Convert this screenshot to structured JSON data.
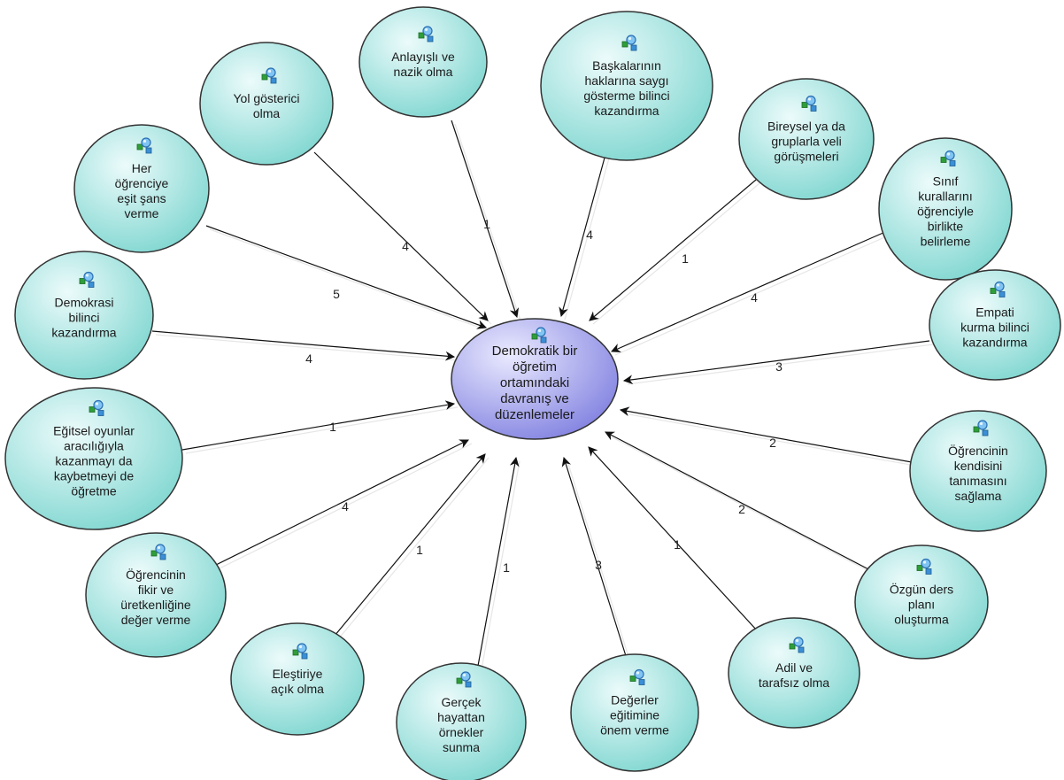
{
  "center": {
    "lines": [
      "Demokratik bir",
      "öğretim",
      "ortamındaki",
      "davranış ve",
      "düzenlemeler"
    ],
    "fill_start": "#eaeaff",
    "fill_end": "#7f7fe0"
  },
  "node_fill_start": "#ecfbfb",
  "node_fill_end": "#7fd6d0",
  "icon": "network-node-icon",
  "nodes": [
    {
      "id": "anlayisli",
      "lines": [
        "Anlayışlı ve",
        "nazik olma"
      ],
      "weight": "1"
    },
    {
      "id": "baskalarinin-haklari",
      "lines": [
        "Başkalarının",
        "haklarına saygı",
        "gösterme bilinci",
        "kazandırma"
      ],
      "weight": "4"
    },
    {
      "id": "bireysel-veli",
      "lines": [
        "Bireysel ya da",
        "gruplarla veli",
        "görüşmeleri"
      ],
      "weight": "1"
    },
    {
      "id": "sinif-kurallari",
      "lines": [
        "Sınıf",
        "kurallarını",
        "öğrenciyle",
        "birlikte",
        "belirleme"
      ],
      "weight": "4"
    },
    {
      "id": "empati",
      "lines": [
        "Empati",
        "kurma bilinci",
        "kazandırma"
      ],
      "weight": "3"
    },
    {
      "id": "kendini-tanima",
      "lines": [
        "Öğrencinin",
        "kendisini",
        "tanımasını",
        "sağlama"
      ],
      "weight": "2"
    },
    {
      "id": "ozgun-ders",
      "lines": [
        "Özgün ders",
        "planı",
        "oluşturma"
      ],
      "weight": "2"
    },
    {
      "id": "adil",
      "lines": [
        "Adil ve",
        "tarafsız olma"
      ],
      "weight": "1"
    },
    {
      "id": "degerler",
      "lines": [
        "Değerler",
        "eğitimine",
        "önem verme"
      ],
      "weight": "3"
    },
    {
      "id": "gercek-hayat",
      "lines": [
        "Gerçek",
        "hayattan",
        "örnekler",
        "sunma"
      ],
      "weight": "1"
    },
    {
      "id": "elestiri",
      "lines": [
        "Eleştiriye",
        "açık olma"
      ],
      "weight": "1"
    },
    {
      "id": "fikir-uretkenlik",
      "lines": [
        "Öğrencinin",
        "fikir ve",
        "üretkenliğine",
        "değer verme"
      ],
      "weight": "4"
    },
    {
      "id": "egitsel-oyun",
      "lines": [
        "Eğitsel oyunlar",
        "aracılığıyla",
        "kazanmayı da",
        "kaybetmeyi de",
        "öğretme"
      ],
      "weight": "1"
    },
    {
      "id": "demokrasi-bilinci",
      "lines": [
        "Demokrasi",
        "bilinci",
        "kazandırma"
      ],
      "weight": "4"
    },
    {
      "id": "esit-sans",
      "lines": [
        "Her",
        "öğrenciye",
        "eşit şans",
        "verme"
      ],
      "weight": "5"
    },
    {
      "id": "yol-gosterici",
      "lines": [
        "Yol gösterici",
        "olma"
      ],
      "weight": "4"
    }
  ]
}
